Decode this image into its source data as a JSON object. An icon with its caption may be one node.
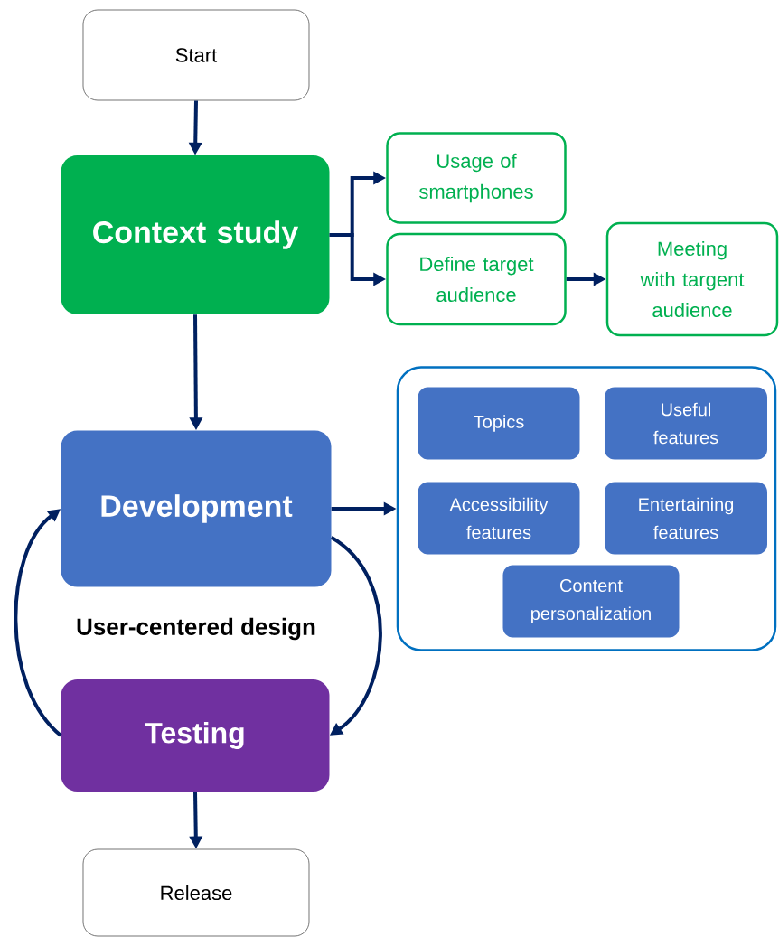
{
  "diagram": {
    "nodes": [
      {
        "text": [
          "Start"
        ]
      },
      {
        "text": [
          "Context study"
        ]
      },
      {
        "text": [
          "Usage of smartphones"
        ]
      },
      {
        "text": [
          "Define target audience"
        ]
      },
      {
        "text": [
          "Meeting with targent audience"
        ]
      },
      {
        "text": [
          "Development"
        ]
      },
      {
        "text": [],
        "shape": "box"
      },
      {
        "text": [
          "Topics"
        ],
        "in": 6
      },
      {
        "text": [
          "Useful features"
        ],
        "in": 6
      },
      {
        "text": [
          "Accessibility features"
        ],
        "in": 6
      },
      {
        "text": [
          "Entertaining features"
        ],
        "in": 6
      },
      {
        "text": [
          "Content personalization"
        ],
        "in": 6
      },
      {
        "text": [
          "Testing"
        ]
      },
      {
        "text": [
          "Release"
        ]
      }
    ],
    "edges": [
      {
        "from": 0,
        "to": 1,
        "arrow": "to"
      },
      {
        "from": 1,
        "to": 2,
        "arrow": "to"
      },
      {
        "from": 1,
        "to": 3,
        "arrow": "to"
      },
      {
        "from": 3,
        "to": 4,
        "arrow": "to"
      },
      {
        "from": 1,
        "to": 5,
        "arrow": "to"
      },
      {
        "from": 5,
        "to": 6,
        "arrow": "to"
      },
      {
        "from": 5,
        "to": 12,
        "arrow": "to"
      },
      {
        "from": 12,
        "to": 5,
        "arrow": "to"
      },
      {
        "from": 12,
        "to": 13,
        "arrow": "to"
      }
    ],
    "labels": [
      "User-centered design"
    ]
  }
}
